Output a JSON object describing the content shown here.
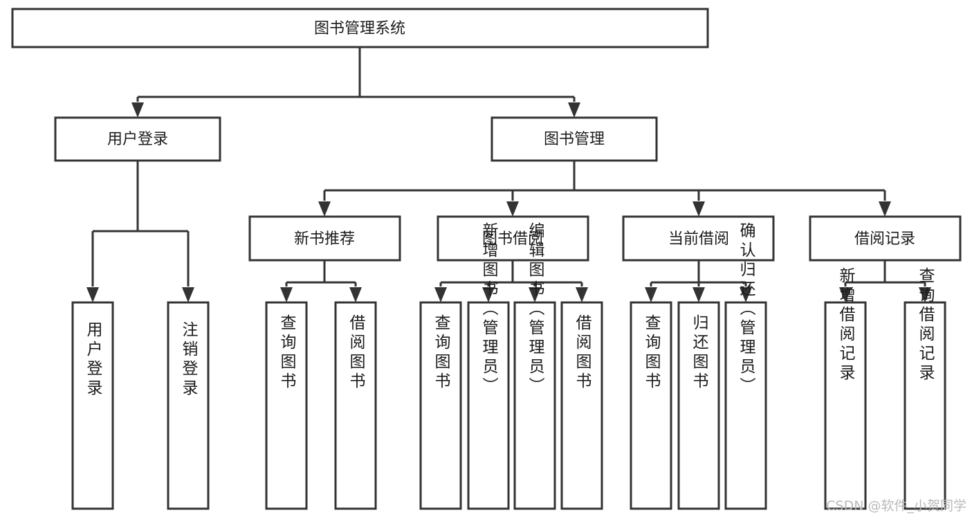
{
  "diagram": {
    "type": "hierarchy-tree",
    "title": "图书管理系统",
    "watermark": "CSDN @软件_小贺同学",
    "colors": {
      "background": "#ffffff",
      "box_stroke": "#333333",
      "box_fill": "#ffffff",
      "text": "#1b1b1b",
      "watermark": "#b9b9b9"
    },
    "root": {
      "label": "图书管理系统"
    },
    "level2": [
      {
        "id": "user-login",
        "label": "用户登录"
      },
      {
        "id": "book-management",
        "label": "图书管理"
      }
    ],
    "level3": [
      {
        "id": "new-book-recommend",
        "label": "新书推荐",
        "parent": "book-management"
      },
      {
        "id": "book-borrow",
        "label": "图书借阅",
        "parent": "book-management"
      },
      {
        "id": "current-borrow",
        "label": "当前借阅",
        "parent": "book-management"
      },
      {
        "id": "borrow-record",
        "label": "借阅记录",
        "parent": "book-management"
      }
    ],
    "leaves": {
      "user-login": [
        {
          "id": "leaf-user-login",
          "label": "用户登录"
        },
        {
          "id": "leaf-user-logout",
          "label": "注销登录"
        }
      ],
      "new-book-recommend": [
        {
          "id": "leaf-query-book-1",
          "label": "查询图书"
        },
        {
          "id": "leaf-borrow-book-1",
          "label": "借阅图书"
        }
      ],
      "book-borrow": [
        {
          "id": "leaf-query-book-2",
          "label": "查询图书"
        },
        {
          "id": "leaf-add-book",
          "label": "新增图书（管理员）"
        },
        {
          "id": "leaf-edit-book",
          "label": "编辑图书（管理员）"
        },
        {
          "id": "leaf-borrow-book-2",
          "label": "借阅图书"
        }
      ],
      "current-borrow": [
        {
          "id": "leaf-query-book-3",
          "label": "查询图书"
        },
        {
          "id": "leaf-return-book",
          "label": "归还图书"
        },
        {
          "id": "leaf-confirm-return",
          "label": "确认归还（管理员）"
        }
      ],
      "borrow-record": [
        {
          "id": "leaf-add-record",
          "label": "新增借阅记录"
        },
        {
          "id": "leaf-query-record",
          "label": "查询借阅记录"
        }
      ]
    }
  }
}
